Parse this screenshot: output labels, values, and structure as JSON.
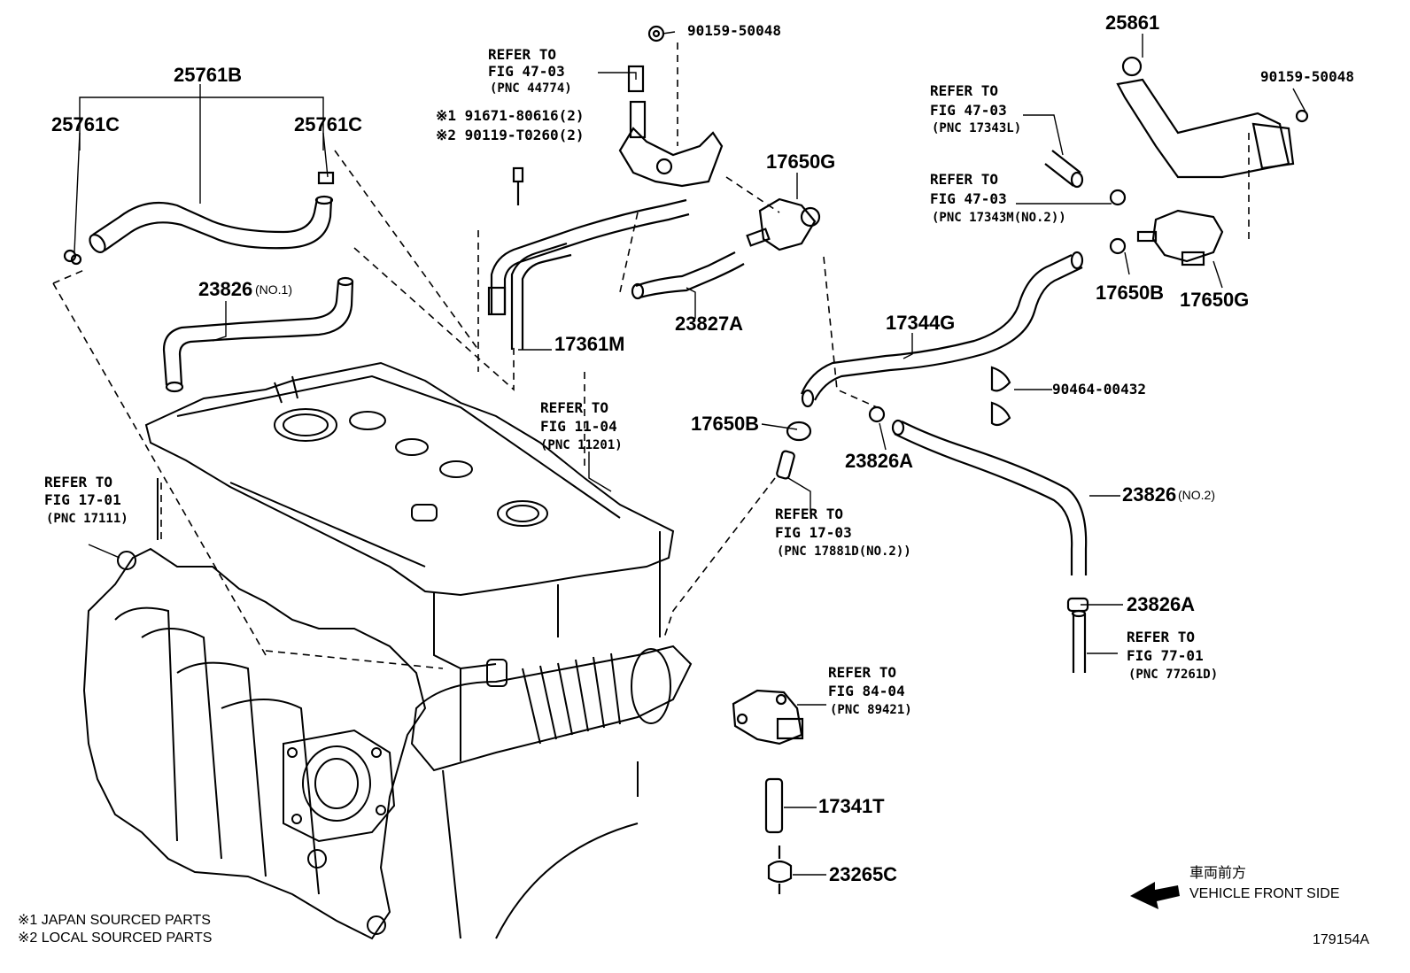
{
  "parts": {
    "p25761B": "25761B",
    "p25761C_left": "25761C",
    "p25761C_right": "25761C",
    "p23826_no1": "23826",
    "p23826_no1_suffix": "(NO.1)",
    "p90159_top": "90159-50048",
    "p90159_right": "90159-50048",
    "p25861": "25861",
    "p17650G_mid": "17650G",
    "p17650G_right": "17650G",
    "p17650B_right": "17650B",
    "p17650B_mid": "17650B",
    "p17361M": "17361M",
    "p23827A": "23827A",
    "p17344G": "17344G",
    "p90464": "90464-00432",
    "p23826A_mid": "23826A",
    "p23826_no2": "23826",
    "p23826_no2_suffix": "(NO.2)",
    "p23826A_lower": "23826A",
    "p17341T": "17341T",
    "p23265C": "23265C",
    "p91671": "※1 91671-80616(2)",
    "p90119": "※2 90119-T0260(2)"
  },
  "refs": {
    "r44774": {
      "l1": "REFER TO",
      "l2": "FIG 47-03",
      "l3": "(PNC 44774)"
    },
    "r17343L": {
      "l1": "REFER TO",
      "l2": "FIG 47-03",
      "l3": "(PNC 17343L)"
    },
    "r17343M": {
      "l1": "REFER TO",
      "l2": "FIG 47-03",
      "l3": "(PNC 17343M(NO.2))"
    },
    "r11201": {
      "l1": "REFER TO",
      "l2": "FIG 11-04",
      "l3": "(PNC 11201)"
    },
    "r17111": {
      "l1": "REFER TO",
      "l2": "FIG 17-01",
      "l3": "(PNC 17111)"
    },
    "r17881D": {
      "l1": "REFER TO",
      "l2": "FIG 17-03",
      "l3": "(PNC 17881D(NO.2))"
    },
    "r77261D": {
      "l1": "REFER TO",
      "l2": "FIG 77-01",
      "l3": "(PNC 77261D)"
    },
    "r89421": {
      "l1": "REFER TO",
      "l2": "FIG 84-04",
      "l3": "(PNC 89421)"
    }
  },
  "notes": {
    "n1": "※1 JAPAN SOURCED PARTS",
    "n2": "※2 LOCAL SOURCED PARTS"
  },
  "front": {
    "jp": "車両前方",
    "en": "VEHICLE FRONT SIDE"
  },
  "figure_id": "179154A"
}
